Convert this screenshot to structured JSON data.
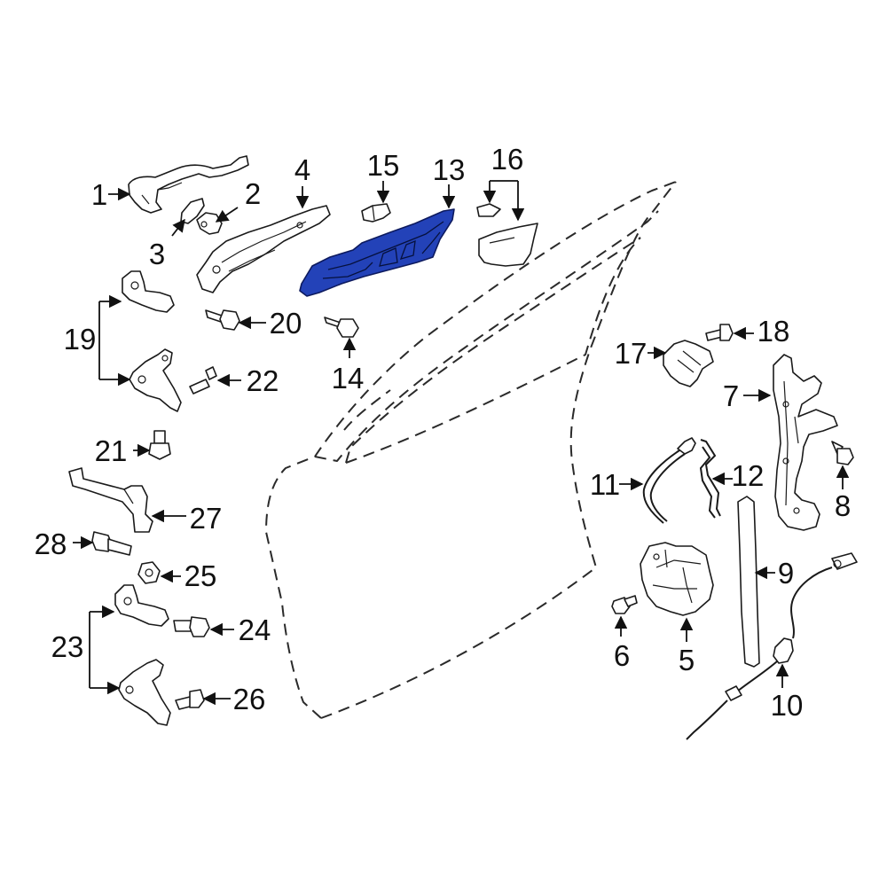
{
  "diagram": {
    "highlight_color": "#2342b8",
    "callouts": [
      {
        "id": "c1",
        "label": "1"
      },
      {
        "id": "c2",
        "label": "2"
      },
      {
        "id": "c3",
        "label": "3"
      },
      {
        "id": "c4",
        "label": "4"
      },
      {
        "id": "c5",
        "label": "5"
      },
      {
        "id": "c6",
        "label": "6"
      },
      {
        "id": "c7",
        "label": "7"
      },
      {
        "id": "c8",
        "label": "8"
      },
      {
        "id": "c9",
        "label": "9"
      },
      {
        "id": "c10",
        "label": "10"
      },
      {
        "id": "c11",
        "label": "11"
      },
      {
        "id": "c12",
        "label": "12"
      },
      {
        "id": "c13",
        "label": "13"
      },
      {
        "id": "c14",
        "label": "14"
      },
      {
        "id": "c15",
        "label": "15"
      },
      {
        "id": "c16",
        "label": "16"
      },
      {
        "id": "c17",
        "label": "17"
      },
      {
        "id": "c18",
        "label": "18"
      },
      {
        "id": "c19",
        "label": "19"
      },
      {
        "id": "c20",
        "label": "20"
      },
      {
        "id": "c21",
        "label": "21"
      },
      {
        "id": "c22",
        "label": "22"
      },
      {
        "id": "c23",
        "label": "23"
      },
      {
        "id": "c24",
        "label": "24"
      },
      {
        "id": "c25",
        "label": "25"
      },
      {
        "id": "c26",
        "label": "26"
      },
      {
        "id": "c27",
        "label": "27"
      },
      {
        "id": "c28",
        "label": "28"
      }
    ]
  }
}
